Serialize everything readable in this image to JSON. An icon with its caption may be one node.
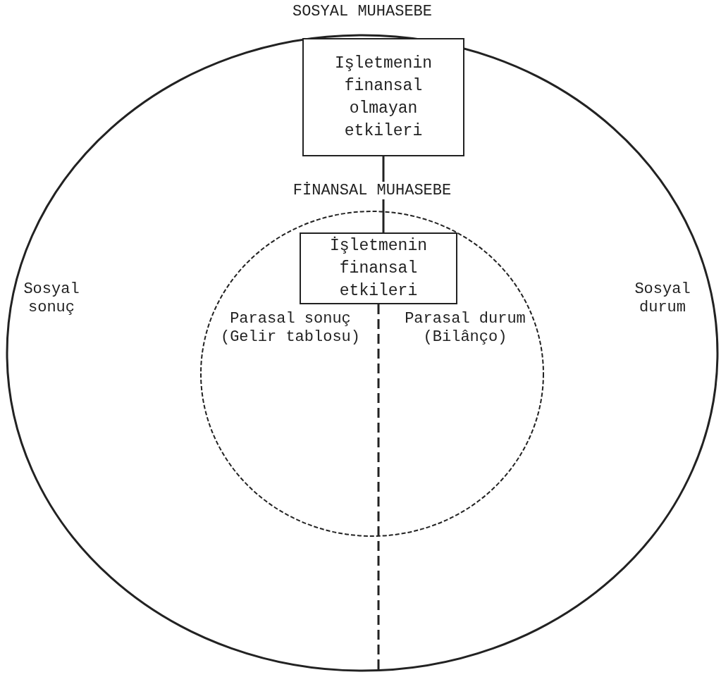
{
  "diagram": {
    "nodes": [
      {
        "text": [
          "SOSYAL MUHASEBE"
        ]
      },
      {
        "text": [
          "Işletmenin finansal olmayan etkileri"
        ],
        "in": 0
      },
      {
        "text": [
          "FİNANSAL MUHASEBE"
        ],
        "in": 0
      },
      {
        "text": [
          "İşletmenin finansal etkileri"
        ],
        "in": 2
      }
    ],
    "edges": [
      {
        "from": 1,
        "to": 3,
        "arrow": "none"
      }
    ],
    "labels": [
      "Sosyal sonuç",
      "Sosyal durum",
      "Parasal sonuç (Gelir tablosu)",
      "Parasal durum (Bilânço)"
    ]
  }
}
